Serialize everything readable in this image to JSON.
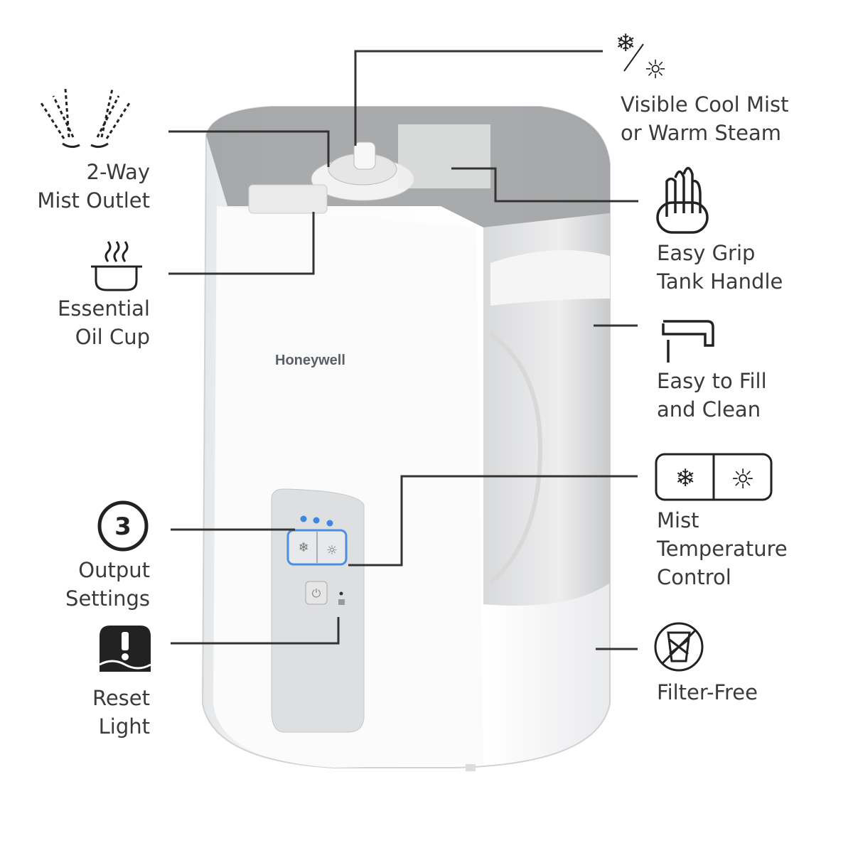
{
  "brand": "Honeywell",
  "features": {
    "mist_outlet": {
      "line1": "2-Way",
      "line2": "Mist Outlet",
      "icon": "two-way-spray-icon"
    },
    "oil_cup": {
      "line1": "Essential",
      "line2": "Oil Cup",
      "icon": "steaming-cup-icon"
    },
    "output": {
      "line1": "Output",
      "line2": "Settings",
      "icon": "number-three-icon",
      "icon_text": "3"
    },
    "reset": {
      "line1": "Reset",
      "line2": "Light",
      "icon": "alert-tank-icon"
    },
    "mist_type": {
      "line1": "Visible Cool Mist",
      "line2": "or Warm Steam",
      "icon": "snowflake-sun-icon"
    },
    "handle": {
      "line1": "Easy Grip",
      "line2": "Tank Handle",
      "icon": "hand-grip-icon"
    },
    "fill": {
      "line1": "Easy to Fill",
      "line2": "and Clean",
      "icon": "faucet-icon"
    },
    "temp": {
      "line1": "Mist",
      "line2": "Temperature",
      "line3": "Control",
      "icon": "snowflake-sun-buttons-icon"
    },
    "filter": {
      "line1": "Filter-Free",
      "icon": "no-filter-icon"
    }
  },
  "colors": {
    "text": "#3a3a3a",
    "line": "#333333",
    "panel_glow": "#4a8fe0"
  }
}
